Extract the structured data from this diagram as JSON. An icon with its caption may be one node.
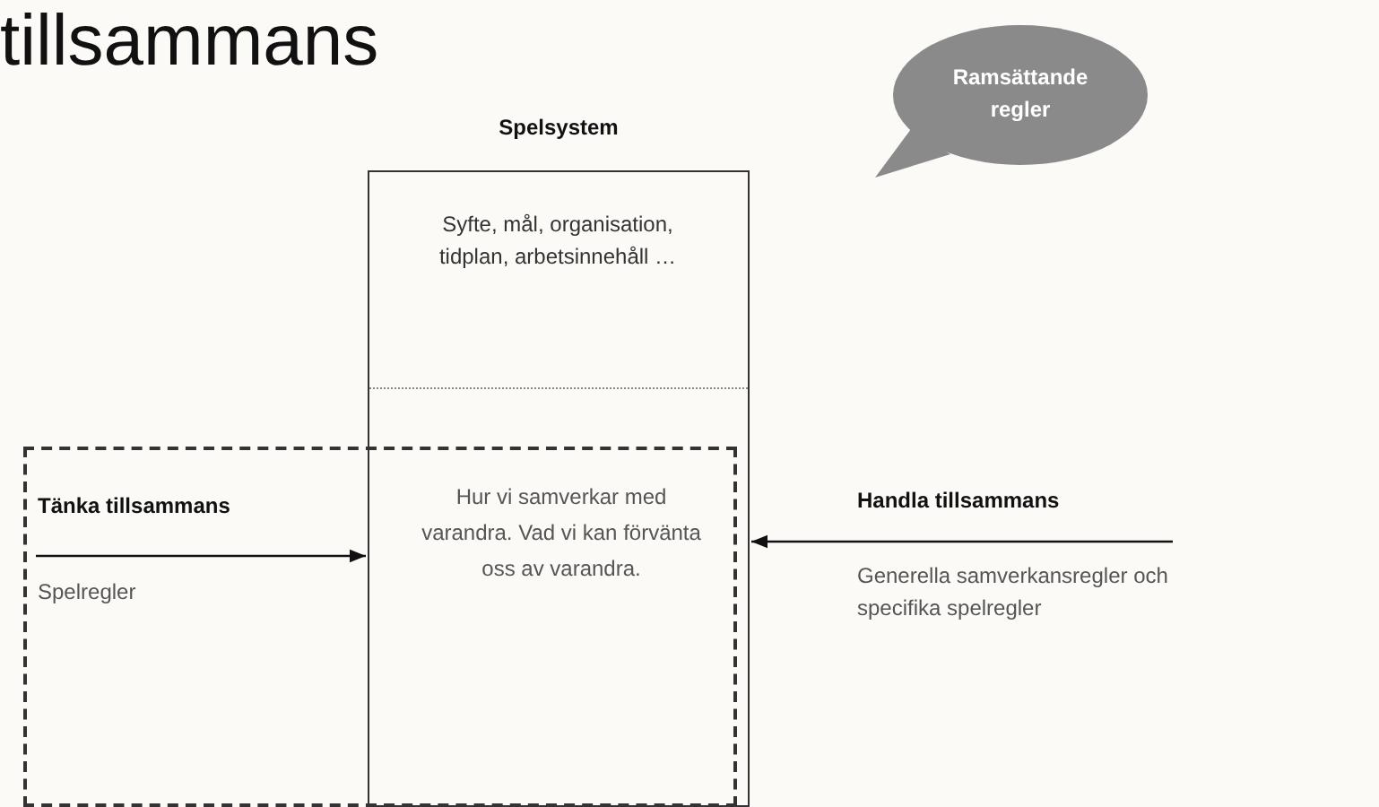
{
  "diagram": {
    "title": "tillsammans",
    "nodes": [
      {
        "text": [
          "Spelsystem",
          "Syfte, mål, organisation, tidplan, arbetsinnehåll …"
        ]
      },
      {
        "text": [
          "Hur vi samverkar med varandra. Vad vi kan förvänta oss av varandra."
        ]
      },
      {
        "text": [
          "Tänka tillsammans",
          "Spelregler"
        ]
      },
      {
        "text": [
          "Handla tillsammans",
          "Generella samverkansregler och specifika spelregler"
        ]
      },
      {
        "text": [
          "Ramsättande regler"
        ]
      }
    ],
    "edges": [
      {
        "from": 2,
        "to": 1,
        "arrow": "to"
      },
      {
        "from": 3,
        "to": 1,
        "arrow": "to"
      }
    ]
  }
}
